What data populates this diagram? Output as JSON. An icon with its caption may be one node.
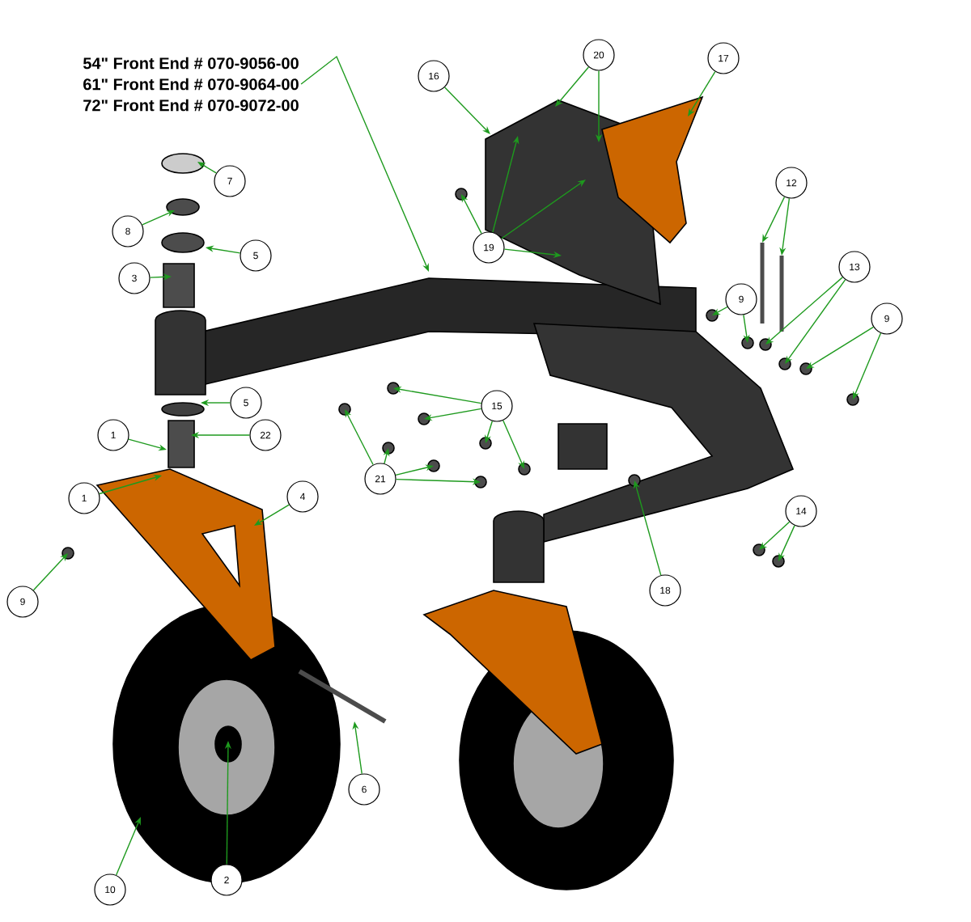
{
  "diagram": {
    "nodes": [
      {
        "text": [
          "54\" Front End # 070-9056-00",
          "61\" Front End # 070-9064-00",
          "72\" Front End # 070-9072-00"
        ]
      },
      {
        "text": [
          "20"
        ]
      },
      {
        "text": [
          "16"
        ]
      },
      {
        "text": [
          "17"
        ]
      },
      {
        "text": [
          "7"
        ]
      },
      {
        "text": [
          "12"
        ]
      },
      {
        "text": [
          "8"
        ]
      },
      {
        "text": [
          "5"
        ]
      },
      {
        "text": [
          "19"
        ]
      },
      {
        "text": [
          "13"
        ]
      },
      {
        "text": [
          "3"
        ]
      },
      {
        "text": [
          "9"
        ]
      },
      {
        "text": [
          "9"
        ]
      },
      {
        "text": [
          "5"
        ]
      },
      {
        "text": [
          "15"
        ]
      },
      {
        "text": [
          "22"
        ]
      },
      {
        "text": [
          "1"
        ]
      },
      {
        "text": [
          "21"
        ]
      },
      {
        "text": [
          "1"
        ]
      },
      {
        "text": [
          "4"
        ]
      },
      {
        "text": [
          "14"
        ]
      },
      {
        "text": [
          "18"
        ]
      },
      {
        "text": [
          "9"
        ]
      },
      {
        "text": [
          "6"
        ]
      },
      {
        "text": [
          "2"
        ]
      },
      {
        "text": [
          "10"
        ]
      }
    ],
    "edges": [
      {
        "from": 0,
        "to": null,
        "arrow": "to"
      },
      {
        "from": 1,
        "to": null,
        "arrow": "to"
      },
      {
        "from": 1,
        "to": null,
        "arrow": "to"
      },
      {
        "from": 2,
        "to": null,
        "arrow": "to"
      },
      {
        "from": 3,
        "to": null,
        "arrow": "to"
      },
      {
        "from": 4,
        "to": null,
        "arrow": "to"
      },
      {
        "from": 5,
        "to": null,
        "arrow": "to"
      },
      {
        "from": 5,
        "to": null,
        "arrow": "to"
      },
      {
        "from": 6,
        "to": null,
        "arrow": "to"
      },
      {
        "from": 7,
        "to": null,
        "arrow": "to"
      },
      {
        "from": 8,
        "to": null,
        "arrow": "to"
      },
      {
        "from": 8,
        "to": null,
        "arrow": "to"
      },
      {
        "from": 8,
        "to": null,
        "arrow": "to"
      },
      {
        "from": 8,
        "to": null,
        "arrow": "to"
      },
      {
        "from": 9,
        "to": null,
        "arrow": "to"
      },
      {
        "from": 9,
        "to": null,
        "arrow": "to"
      },
      {
        "from": 10,
        "to": null,
        "arrow": "to"
      },
      {
        "from": 11,
        "to": null,
        "arrow": "to"
      },
      {
        "from": 11,
        "to": null,
        "arrow": "to"
      },
      {
        "from": 12,
        "to": null,
        "arrow": "to"
      },
      {
        "from": 12,
        "to": null,
        "arrow": "to"
      },
      {
        "from": 13,
        "to": null,
        "arrow": "to"
      },
      {
        "from": 14,
        "to": null,
        "arrow": "to"
      },
      {
        "from": 14,
        "to": null,
        "arrow": "to"
      },
      {
        "from": 14,
        "to": null,
        "arrow": "to"
      },
      {
        "from": 14,
        "to": null,
        "arrow": "to"
      },
      {
        "from": 15,
        "to": null,
        "arrow": "to"
      },
      {
        "from": 16,
        "to": null,
        "arrow": "to"
      },
      {
        "from": 17,
        "to": null,
        "arrow": "to"
      },
      {
        "from": 17,
        "to": null,
        "arrow": "to"
      },
      {
        "from": 17,
        "to": null,
        "arrow": "to"
      },
      {
        "from": 17,
        "to": null,
        "arrow": "to"
      },
      {
        "from": 18,
        "to": null,
        "arrow": "to"
      },
      {
        "from": 19,
        "to": null,
        "arrow": "to"
      },
      {
        "from": 20,
        "to": null,
        "arrow": "to"
      },
      {
        "from": 20,
        "to": null,
        "arrow": "to"
      },
      {
        "from": 21,
        "to": null,
        "arrow": "to"
      },
      {
        "from": 22,
        "to": null,
        "arrow": "to"
      },
      {
        "from": 23,
        "to": null,
        "arrow": "to"
      },
      {
        "from": 24,
        "to": null,
        "arrow": "to"
      },
      {
        "from": 25,
        "to": null,
        "arrow": "to"
      }
    ]
  }
}
